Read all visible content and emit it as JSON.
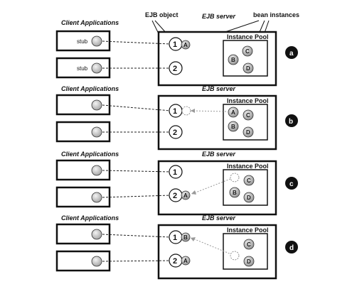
{
  "labels": {
    "client_applications": "Client Applications",
    "ejb_server": "EJB server",
    "instance_pool": "Instance Pool",
    "stub": "stub",
    "ejb_object_callout": "EJB object",
    "bean_instances_callout": "bean instances"
  },
  "panels": [
    {
      "tag": "a",
      "stubs": [
        {
          "label": "stub"
        },
        {
          "label": "stub"
        }
      ],
      "ejb_objects": [
        {
          "num": "1",
          "bean": "A"
        },
        {
          "num": "2",
          "bean": ""
        }
      ],
      "pool": [
        {
          "bean": "C"
        },
        {
          "bean": "B"
        },
        {
          "bean": "D"
        }
      ]
    },
    {
      "tag": "b",
      "stubs": [
        {
          "label": ""
        },
        {
          "label": ""
        }
      ],
      "ejb_objects": [
        {
          "num": "1",
          "bean": ""
        },
        {
          "num": "2",
          "bean": ""
        }
      ],
      "pool": [
        {
          "bean": "A"
        },
        {
          "bean": "C"
        },
        {
          "bean": "B"
        },
        {
          "bean": "D"
        }
      ]
    },
    {
      "tag": "c",
      "stubs": [
        {
          "label": ""
        },
        {
          "label": ""
        }
      ],
      "ejb_objects": [
        {
          "num": "1",
          "bean": ""
        },
        {
          "num": "2",
          "bean": "A"
        }
      ],
      "pool": [
        {
          "bean": "C"
        },
        {
          "bean": "B"
        },
        {
          "bean": "D"
        }
      ]
    },
    {
      "tag": "d",
      "stubs": [
        {
          "label": ""
        },
        {
          "label": ""
        }
      ],
      "ejb_objects": [
        {
          "num": "1",
          "bean": "B"
        },
        {
          "num": "2",
          "bean": "A"
        }
      ],
      "pool": [
        {
          "bean": "C"
        },
        {
          "bean": "D"
        }
      ]
    }
  ]
}
